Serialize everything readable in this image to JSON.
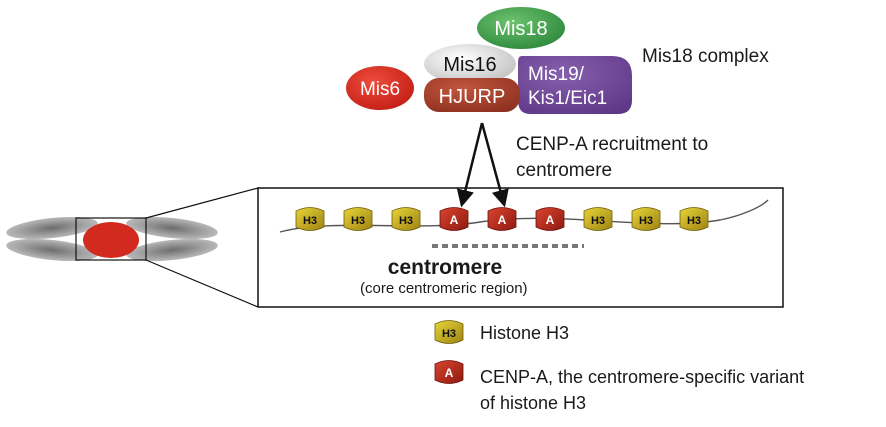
{
  "complex": {
    "mis18": "Mis18",
    "mis16": "Mis16",
    "hjurp": "HJURP",
    "mis6": "Mis6",
    "mis19_line1": "Mis19/",
    "mis19_line2": "Kis1/Eic1",
    "label": "Mis18 complex"
  },
  "recruitment": {
    "line1": "CENP-A recruitment to",
    "line2": "centromere"
  },
  "nucleosomes": [
    "H3",
    "H3",
    "H3",
    "A",
    "A",
    "A",
    "H3",
    "H3",
    "H3"
  ],
  "centromere": {
    "title": "centromere",
    "subtitle": "(core centromeric region)"
  },
  "legend": {
    "h3_badge": "H3",
    "h3_label": "Histone H3",
    "a_badge": "A",
    "a_label_line1": "CENP-A, the centromere-specific variant",
    "a_label_line2": "of histone H3"
  },
  "colors": {
    "mis18_green": "#3a9b46",
    "mis16_grey": "#d9d9d9",
    "hjurp_brown": "#a8402c",
    "mis6_red": "#d8281e",
    "mis19_purple": "#6b3f96",
    "h3_yellow": "#c9b11a",
    "cenpa_red": "#b8281a",
    "chromosome_grey": "#8a8a8a",
    "centromere_red": "#d22a1e"
  }
}
